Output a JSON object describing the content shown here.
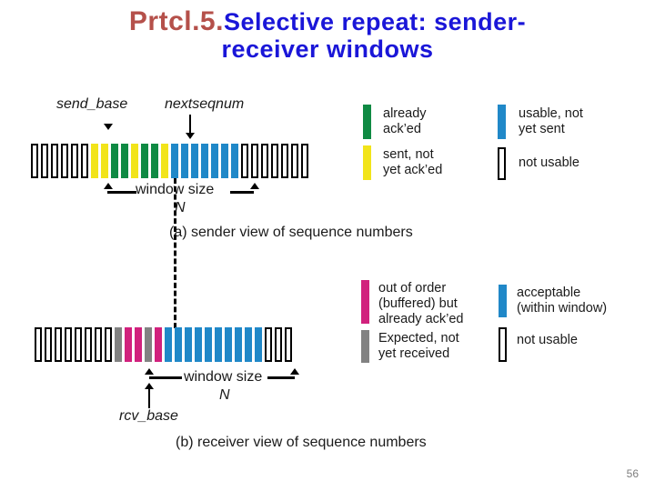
{
  "slide": {
    "title_prefix": "Prtcl.5.",
    "title_main_line1": "Selective repeat: sender-",
    "title_main_line2": "receiver windows",
    "title_prefix_color": "#b5504a",
    "title_main_color": "#1a16d8",
    "page_number": "56"
  },
  "sender": {
    "label_send_base": "send_base",
    "label_nextseqnum": "nextseqnum",
    "window_size_label": "window size",
    "window_size_value": "N",
    "caption": "(a) sender view of sequence numbers",
    "cells": [
      "white",
      "white",
      "white",
      "white",
      "white",
      "white",
      "yellow",
      "yellow",
      "green",
      "green",
      "yellow",
      "green",
      "green",
      "yellow",
      "blue",
      "blue",
      "blue",
      "blue",
      "blue",
      "blue",
      "blue",
      "white",
      "white",
      "white",
      "white",
      "white",
      "white",
      "white"
    ],
    "legend": [
      {
        "swatch": "green",
        "line1": "already",
        "line2": "ack’ed",
        "line3": ""
      },
      {
        "swatch": "yellow",
        "line1": "sent, not",
        "line2": "yet ack’ed",
        "line3": ""
      },
      {
        "swatch": "blue",
        "line1": "usable, not",
        "line2": "yet sent",
        "line3": ""
      },
      {
        "swatch": "white",
        "line1": "not usable",
        "line2": "",
        "line3": ""
      }
    ]
  },
  "receiver": {
    "label_rcv_base": "rcv_base",
    "window_size_label": "window size",
    "window_size_value": "N",
    "caption": "(b) receiver view of sequence numbers",
    "cells": [
      "white",
      "white",
      "white",
      "white",
      "white",
      "white",
      "white",
      "white",
      "gray",
      "pink",
      "pink",
      "gray",
      "pink",
      "blue",
      "blue",
      "blue",
      "blue",
      "blue",
      "blue",
      "blue",
      "blue",
      "blue",
      "blue",
      "white",
      "white",
      "white"
    ],
    "legend": [
      {
        "swatch": "pink",
        "line1": "out of order",
        "line2": "(buffered) but",
        "line3": "already ack’ed"
      },
      {
        "swatch": "gray",
        "line1": "Expected, not",
        "line2": "yet received",
        "line3": ""
      },
      {
        "swatch": "blue",
        "line1": "acceptable",
        "line2": "(within window)",
        "line3": ""
      },
      {
        "swatch": "white",
        "line1": "not usable",
        "line2": "",
        "line3": ""
      }
    ]
  },
  "colors": {
    "already_acked": "#0f8a43",
    "sent_not_acked": "#f2e41a",
    "usable_not_sent": "#2088c8",
    "out_of_order": "#d1217d",
    "expected": "#828282",
    "not_usable_border": "#000000"
  }
}
